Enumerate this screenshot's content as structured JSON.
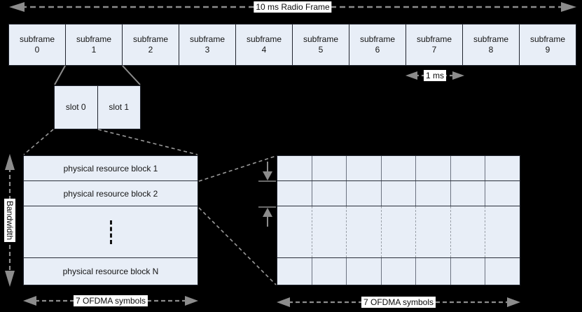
{
  "diagram": {
    "title_arrow": "10 ms Radio Frame",
    "subframe_duration": "1 ms",
    "bandwidth_label": "Bandwidth",
    "ofdma_left_label": "7 OFDMA symbols",
    "ofdma_right_label": "7 OFDMA symbols"
  },
  "subframes": [
    {
      "word": "subframe",
      "num": "0"
    },
    {
      "word": "subframe",
      "num": "1"
    },
    {
      "word": "subframe",
      "num": "2"
    },
    {
      "word": "subframe",
      "num": "3"
    },
    {
      "word": "subframe",
      "num": "4"
    },
    {
      "word": "subframe",
      "num": "5"
    },
    {
      "word": "subframe",
      "num": "6"
    },
    {
      "word": "subframe",
      "num": "7"
    },
    {
      "word": "subframe",
      "num": "8"
    },
    {
      "word": "subframe",
      "num": "9"
    }
  ],
  "slots": [
    {
      "label": "slot 0"
    },
    {
      "label": "slot 1"
    }
  ],
  "resource_blocks": {
    "block1": "physical resource block 1",
    "block2": "physical resource block 2",
    "blockN": "physical resource block N"
  },
  "grid": {
    "columns": 7,
    "ofdma_symbols": 7,
    "slots_per_subframe": 2,
    "subframes_per_frame": 10
  },
  "colors": {
    "background": "#000000",
    "box_fill": "#e8eef7",
    "box_border": "#20242e",
    "arrow_gray": "#8c8c8c",
    "label_bg": "#ffffff",
    "text": "#141414"
  }
}
